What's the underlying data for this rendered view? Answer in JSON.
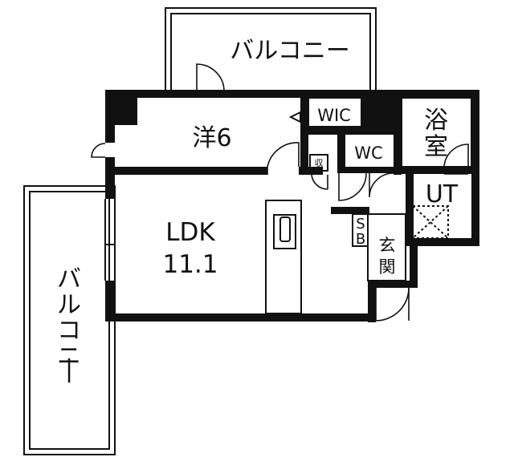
{
  "rooms": {
    "balcony_top": "バルコニー",
    "balcony_left": "バルコニー",
    "western_room": "洋6",
    "wic": "WIC",
    "bath": "浴室",
    "wc": "WC",
    "storage": "収",
    "ut": "UT",
    "ldk_name": "LDK",
    "ldk_size": "11.1",
    "sb": "SB",
    "entrance": "玄関"
  },
  "colors": {
    "wall": "#111111",
    "background": "#ffffff"
  }
}
